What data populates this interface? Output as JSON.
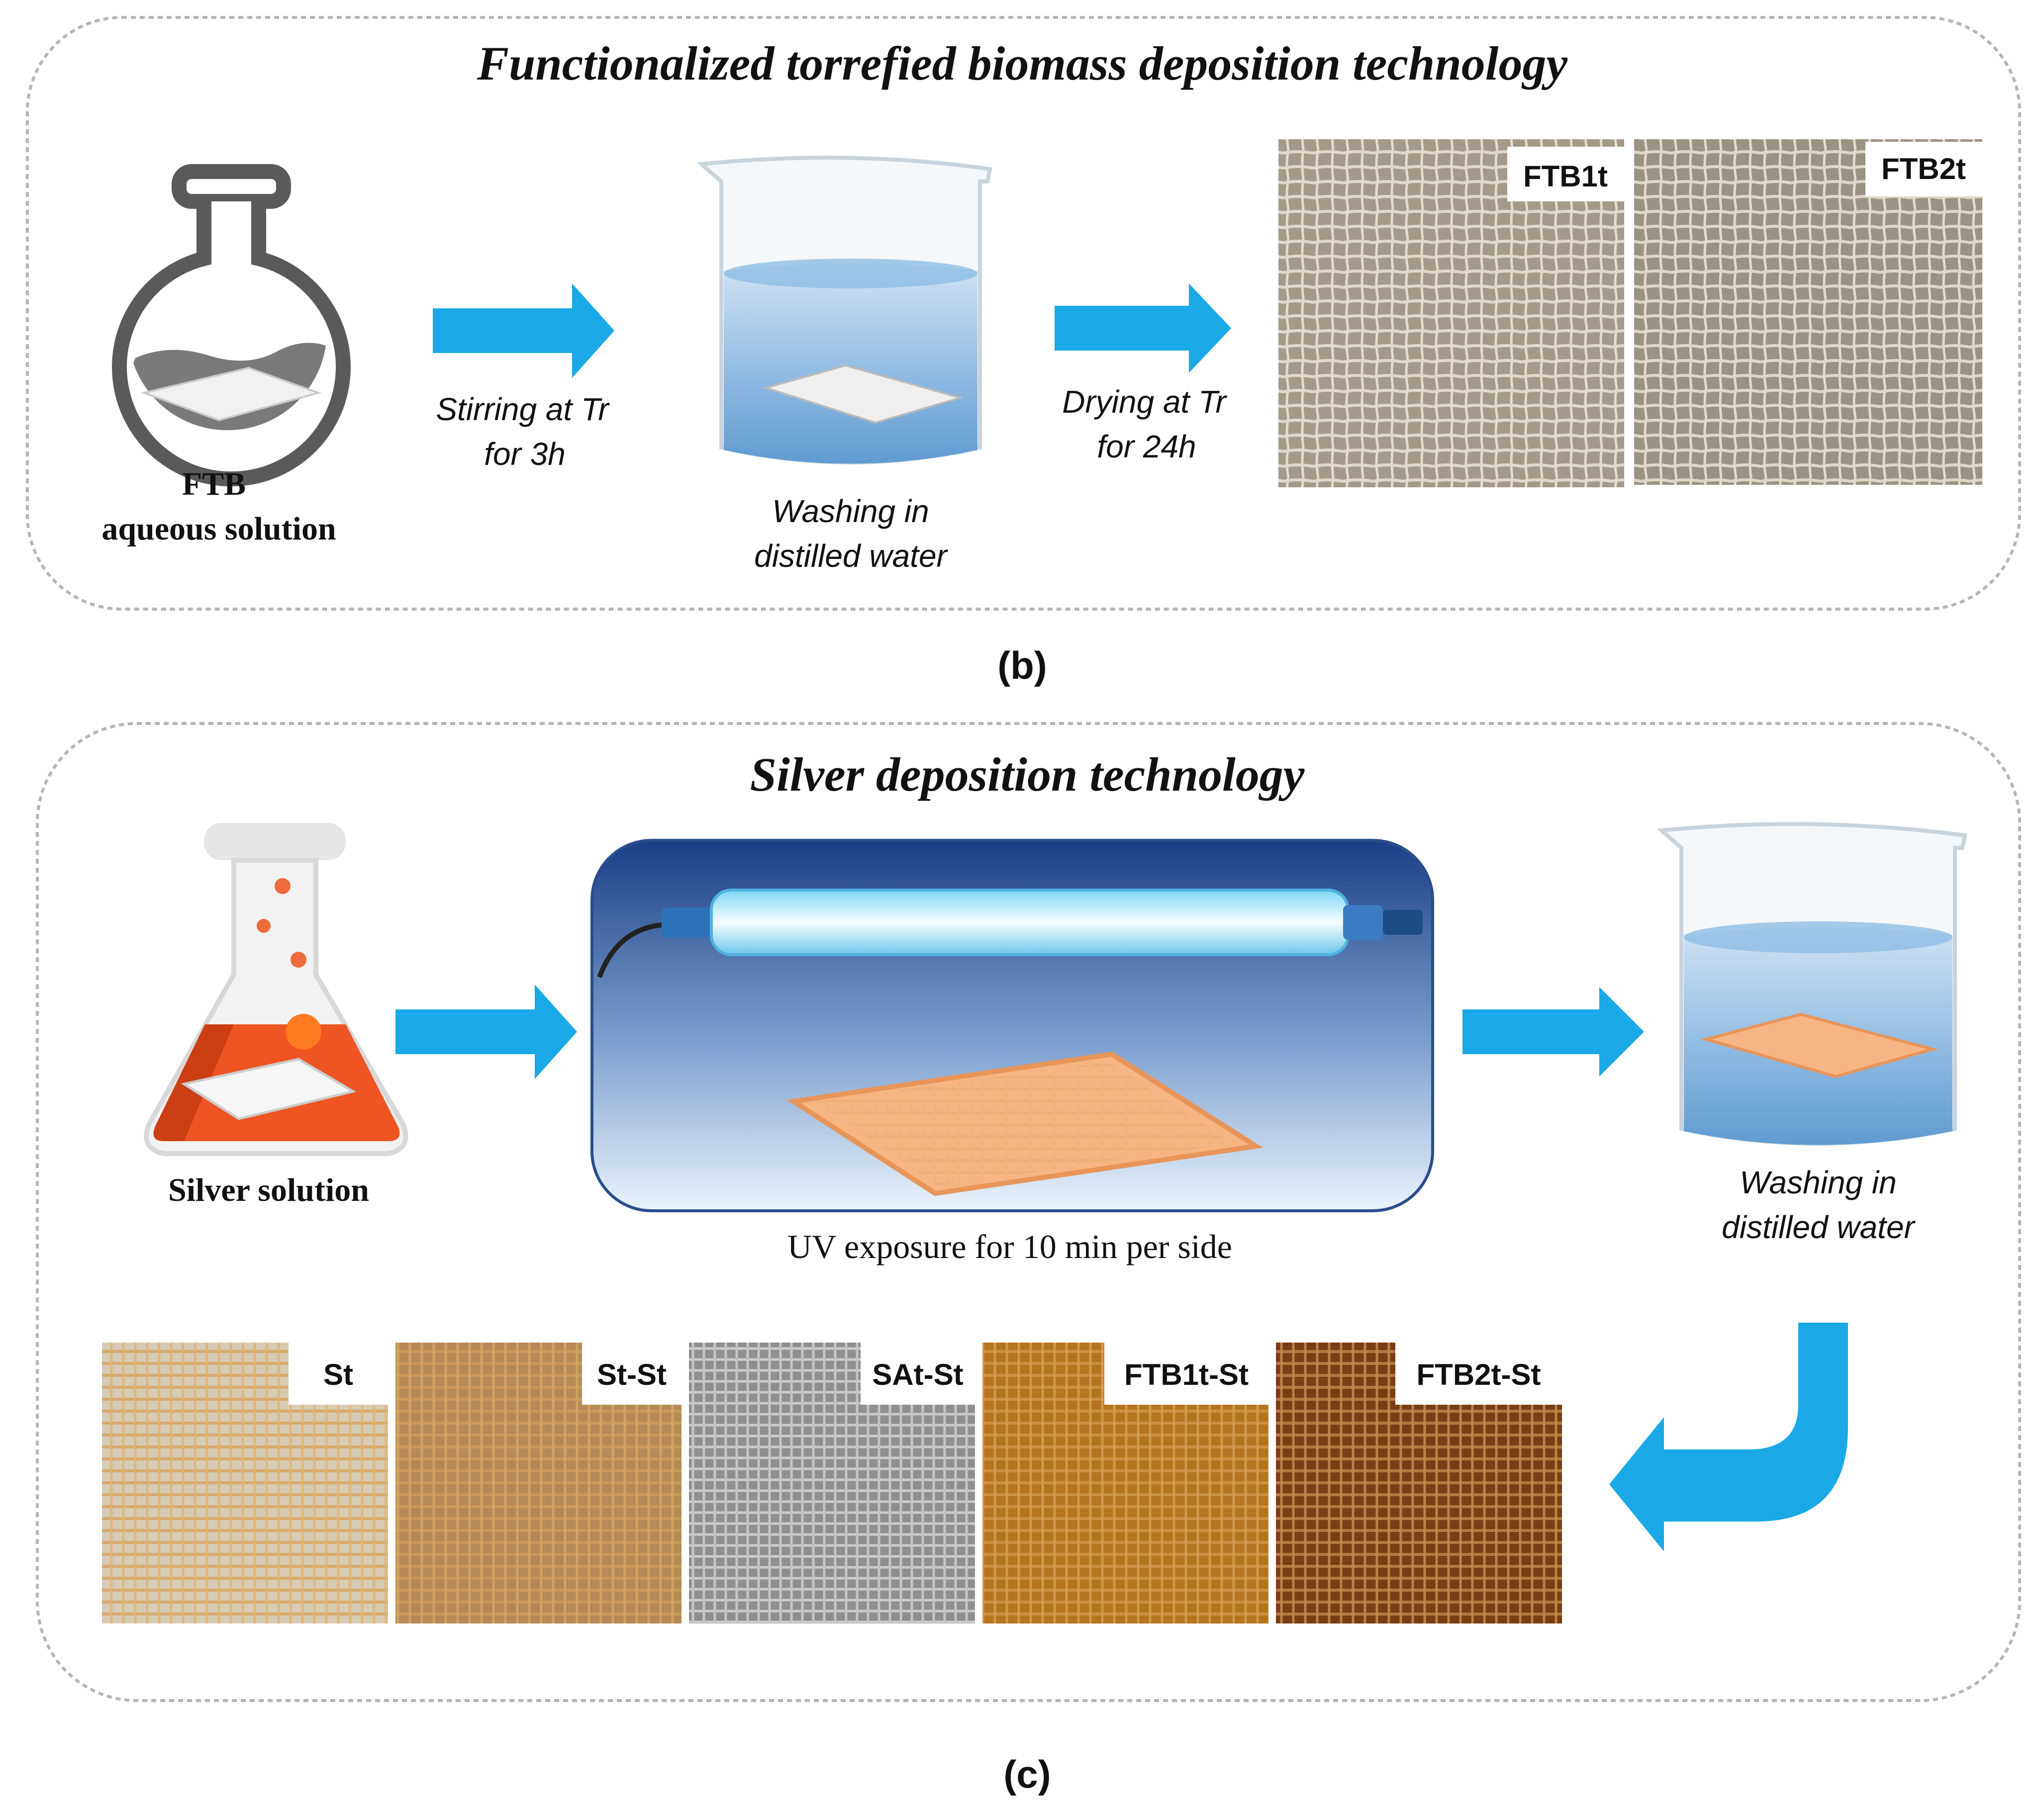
{
  "panel_b": {
    "title": "Functionalized torrefied biomass deposition technology",
    "flask_label_line1": "FTB",
    "flask_label_line2": "aqueous solution",
    "step1_line1": "Stirring at Tr",
    "step1_line2": "for 3h",
    "beaker_line1": "Washing in",
    "beaker_line2": "distilled water",
    "step2_line1": "Drying at Tr",
    "step2_line2": "for 24h",
    "samples": [
      {
        "label": "FTB1t",
        "color": "#a39a89"
      },
      {
        "label": "FTB2t",
        "color": "#9a9282"
      }
    ],
    "caption": "(b)"
  },
  "panel_c": {
    "title": "Silver deposition technology",
    "flask_label": "Silver solution",
    "uv_label": "UV exposure for 10 min per side",
    "beaker_line1": "Washing in",
    "beaker_line2": "distilled water",
    "samples": [
      {
        "label": "St",
        "color": "#d7cbb3"
      },
      {
        "label": "St-St",
        "color": "#b68a56"
      },
      {
        "label": "SAt-St",
        "color": "#8f8f8f"
      },
      {
        "label": "FTB1t-St",
        "color": "#b5741f"
      },
      {
        "label": "FTB2t-St",
        "color": "#7a3d14"
      }
    ],
    "caption": "(c)"
  },
  "colors": {
    "arrow": "#1aa9e6",
    "panel_border": "#b5b5b5",
    "silver_solution": "#ee5522",
    "uv_box_top": "#1b3f86",
    "uv_box_bottom": "#eaf3fb",
    "water": "#7fb4e0"
  }
}
